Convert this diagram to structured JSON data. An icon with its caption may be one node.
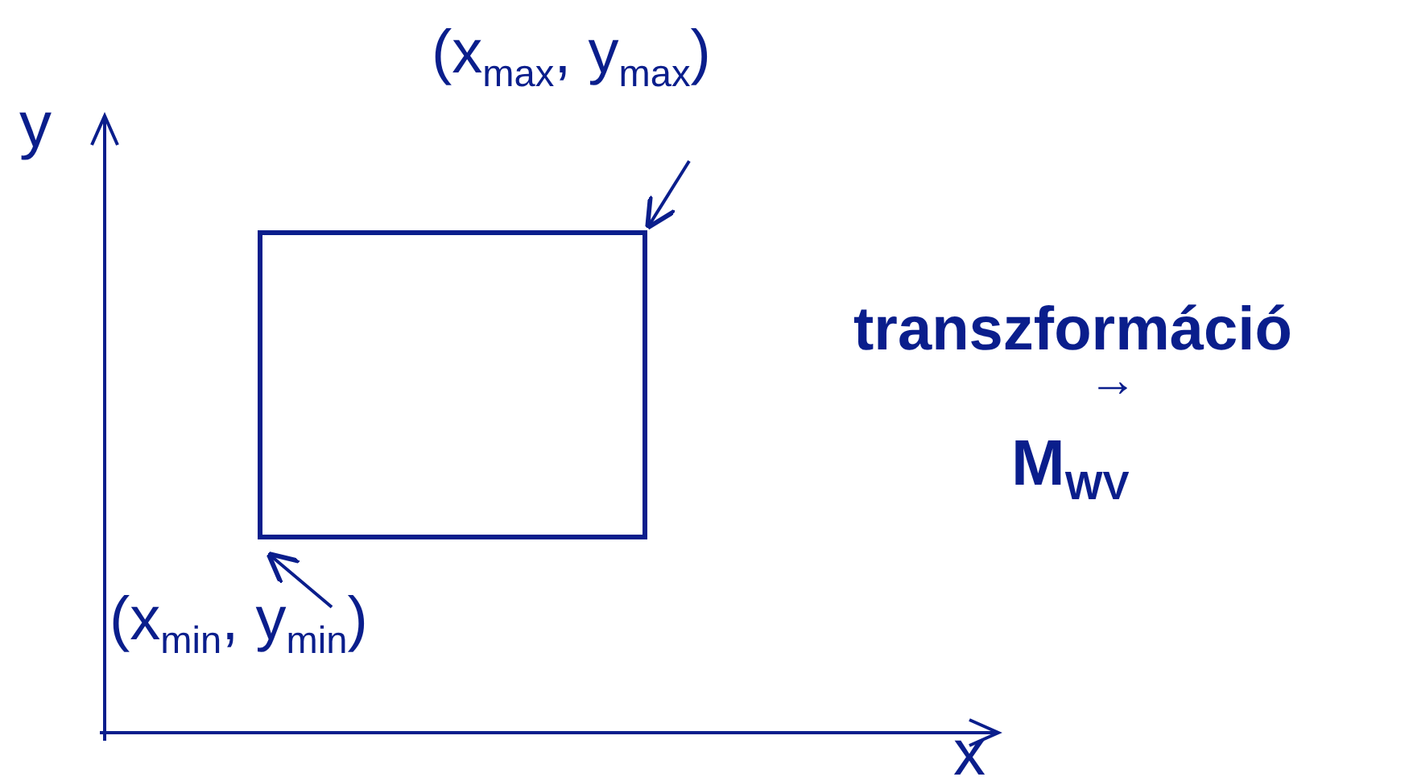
{
  "diagram": {
    "nodes": [
      {
        "text": [
          "(x$_{max}$, y$_{max}$)"
        ]
      },
      {
        "text": [],
        "shape": "box"
      },
      {
        "text": [
          "(x$_{min}$, y$_{min}$)"
        ]
      }
    ],
    "edges": [
      {
        "from": 0,
        "to": 1,
        "arrow": "to"
      },
      {
        "from": 2,
        "to": 1,
        "arrow": "to"
      }
    ],
    "labels": [
      "y",
      "x",
      "transzformáció",
      "→",
      "M$_{WV}$"
    ]
  }
}
